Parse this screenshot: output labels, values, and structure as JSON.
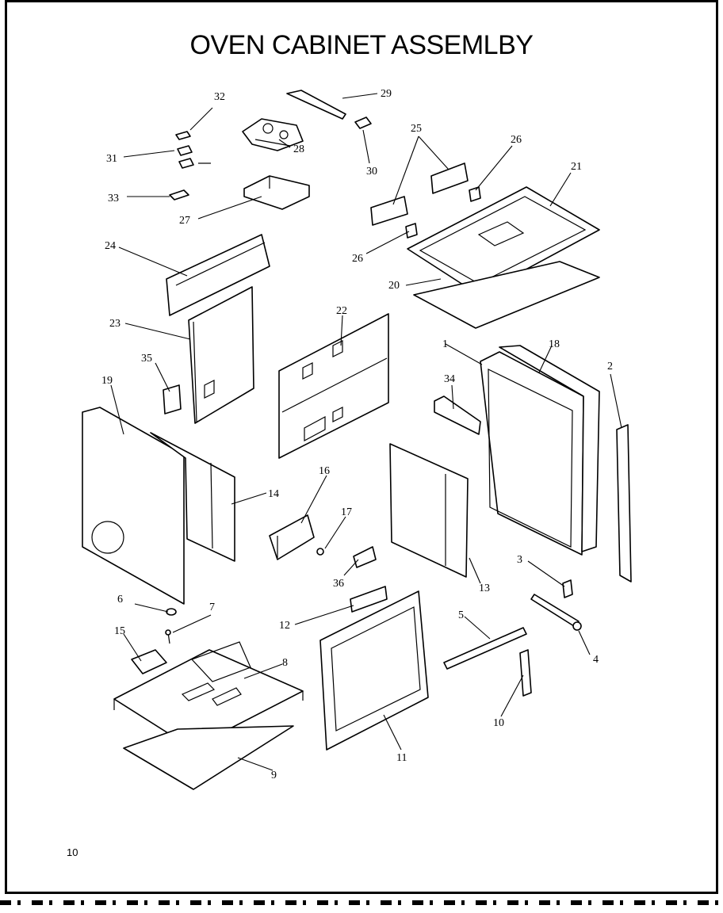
{
  "title": "OVEN CABINET ASSEMLBY",
  "page_number": "10",
  "callouts": [
    "1",
    "2",
    "3",
    "4",
    "5",
    "6",
    "7",
    "8",
    "9",
    "10",
    "11",
    "12",
    "13",
    "14",
    "15",
    "16",
    "17",
    "18",
    "19",
    "20",
    "21",
    "22",
    "23",
    "24",
    "25",
    "26",
    "27",
    "28",
    "29",
    "30",
    "31",
    "32",
    "33",
    "34",
    "35",
    "36"
  ]
}
